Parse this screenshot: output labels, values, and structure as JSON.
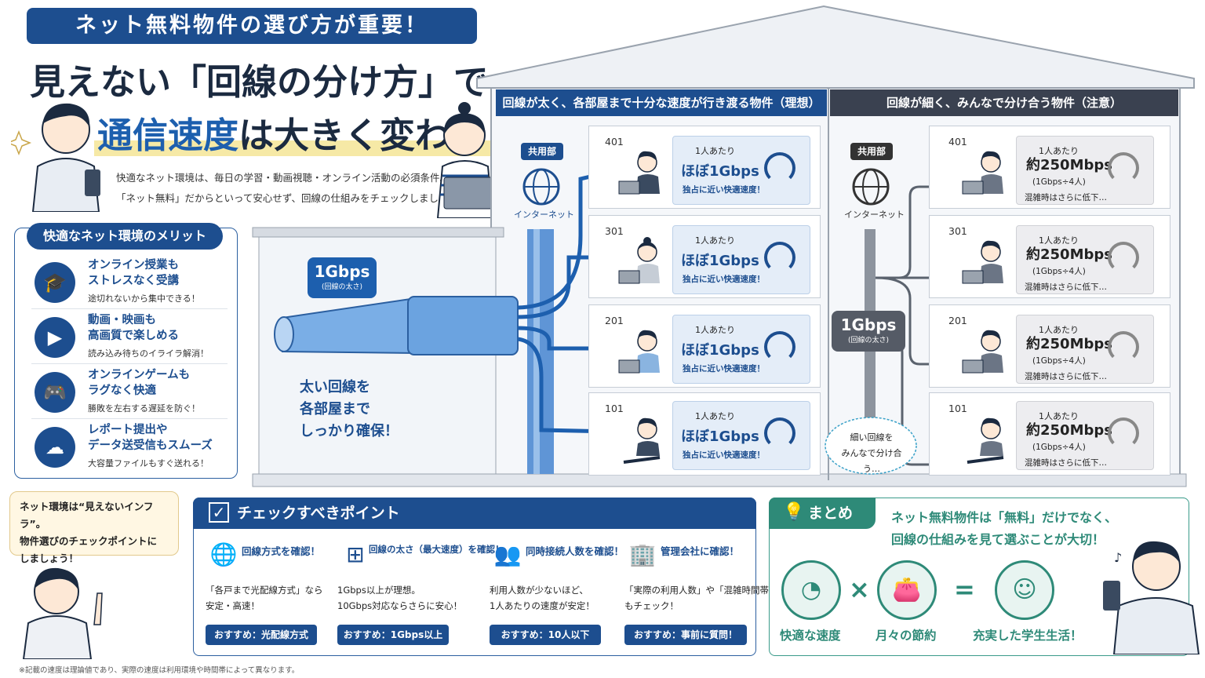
{
  "header": {
    "banner": "ネット無料物件の選び方が重要！",
    "title_line1_a": "見えない「回線の分け方」",
    "title_line1_b": "で",
    "title_line2_a": "通信速度",
    "title_line2_b": "は大きく変わる！"
  },
  "intro": {
    "line1": "快適なネット環境は、毎日の学習・動画視聴・オンライン活動の必須条件。",
    "line2": "「ネット無料」だからといって安心せず、回線の仕組みをチェックしましょう！"
  },
  "benefits": {
    "title": "快適なネット環境のメリット",
    "items": [
      {
        "title1": "オンライン授業も",
        "title2": "ストレスなく受講",
        "sub": "途切れないから集中できる！"
      },
      {
        "title1": "動画・映画も",
        "title2": "高画質で楽しめる",
        "sub": "読み込み待ちのイライラ解消！"
      },
      {
        "title1": "オンラインゲームも",
        "title2": "ラグなく快適",
        "sub": "勝敗を左右する遅延を防ぐ！"
      },
      {
        "title1": "レポート提出や",
        "title2": "データ送受信もスムーズ",
        "sub": "大容量ファイルもすぐ送れる！"
      }
    ]
  },
  "note": {
    "text1": "ネット環境は“見えないインフラ”。",
    "text2": "物件選びのチェックポイントに",
    "text3": "しましょう！"
  },
  "ideal": {
    "header": "回線が太く、各部屋まで十分な速度が行き渡る物件（理想）",
    "common": "共用部",
    "internet": "インターネット",
    "bubble_speed": "1Gbps",
    "bubble_sub": "(回線の太さ)",
    "caption1": "太い回線を",
    "caption2": "各部屋まで",
    "caption3": "しっかり確保！",
    "rooms": [
      {
        "num": "401"
      },
      {
        "num": "301"
      },
      {
        "num": "201"
      },
      {
        "num": "101"
      }
    ],
    "card": {
      "per": "1人あたり",
      "speed": "ほぼ1Gbps",
      "desc": "独占に近い快適速度！"
    }
  },
  "caution": {
    "header": "回線が細く、みんなで分け合う物件（注意）",
    "common": "共用部",
    "internet": "インターネット",
    "bubble_speed": "1Gbps",
    "bubble_sub": "(回線の太さ)",
    "thought1": "細い回線を",
    "thought2": "みんなで分け合う…",
    "rooms": [
      {
        "num": "401"
      },
      {
        "num": "301"
      },
      {
        "num": "201"
      },
      {
        "num": "101"
      }
    ],
    "card": {
      "per": "1人あたり",
      "speed": "約250Mbps",
      "calc": "(1Gbps÷4人)",
      "desc": "混雑時はさらに低下…"
    }
  },
  "check": {
    "title": "チェックすべきポイント",
    "items": [
      {
        "title": "回線方式を確認！",
        "d1": "「各戸まで光配線方式」なら",
        "d2": "安定・高速！",
        "badge": "おすすめ：光配線方式"
      },
      {
        "title": "回線の太さ（最大速度）を確認！",
        "d1": "1Gbps以上が理想。",
        "d2": "10Gbps対応ならさらに安心！",
        "badge": "おすすめ：1Gbps以上"
      },
      {
        "title": "同時接続人数を確認！",
        "d1": "利用人数が少ないほど、",
        "d2": "1人あたりの速度が安定！",
        "badge": "おすすめ：10人以下"
      },
      {
        "title": "管理会社に確認！",
        "d1": "「実際の利用人数」や「混雑時間帯」",
        "d2": "もチェック！",
        "badge": "おすすめ：事前に質問！"
      }
    ]
  },
  "summary": {
    "tag": "まとめ",
    "text1": "ネット無料物件は「無料」だけでなく、",
    "text2": "回線の仕組みを見て選ぶことが大切！",
    "items": [
      "快適な速度",
      "月々の節約",
      "充実した学生生活！"
    ],
    "times": "×",
    "equals": "="
  },
  "footnote": "※記載の速度は理論値であり、実際の速度は利用環境や時間帯によって異なります。"
}
